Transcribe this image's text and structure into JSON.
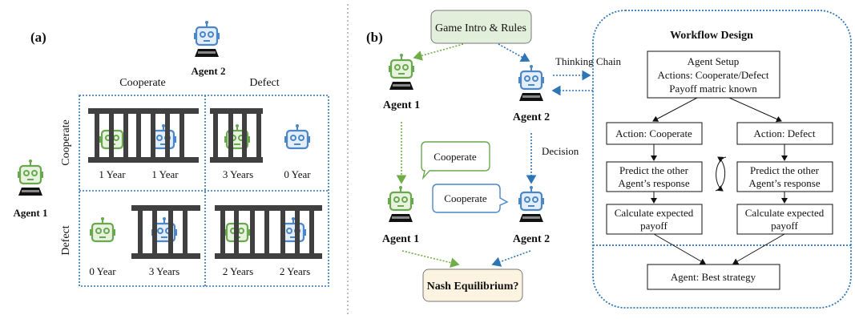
{
  "panel_a": {
    "label": "(a)",
    "agent1": "Agent 1",
    "agent2": "Agent 2",
    "col_cooperate": "Cooperate",
    "col_defect": "Defect",
    "row_cooperate": "Cooperate",
    "row_defect": "Defect",
    "cells": [
      {
        "left": "1 Year",
        "right": "1 Year"
      },
      {
        "left": "3 Years",
        "right": "0 Year"
      },
      {
        "left": "0 Year",
        "right": "3 Years"
      },
      {
        "left": "2 Years",
        "right": "2 Years"
      }
    ]
  },
  "panel_b": {
    "label": "(b)",
    "game_intro": "Game Intro & Rules",
    "agent1_top": "Agent 1",
    "agent2_top": "Agent 2",
    "thinking_chain": "Thinking Chain",
    "decision": "Decision",
    "bubble1": "Cooperate",
    "bubble2": "Cooperate",
    "agent1_bottom": "Agent 1",
    "agent2_bottom": "Agent 2",
    "nash": "Nash Equilibrium?"
  },
  "workflow": {
    "title": "Workflow Design",
    "setup": [
      "Agent Setup",
      "Actions: Cooperate/Defect",
      "Payoff matric known"
    ],
    "action_cooperate": "Action: Cooperate",
    "action_defect": "Action: Defect",
    "predict_left": [
      "Predict the other",
      "Agent’s response"
    ],
    "predict_right": [
      "Predict the other",
      "Agent’s response"
    ],
    "calc_left": [
      "Calculate expected",
      "payoff"
    ],
    "calc_right": [
      "Calculate expected",
      "payoff"
    ],
    "best": "Agent: Best strategy"
  },
  "colors": {
    "green_robot": "#6aa84f",
    "blue_robot": "#4a86c8",
    "dotted_blue": "#2e75b6",
    "dotted_green": "#70ad47",
    "game_box_fill": "#e2efda",
    "nash_fill": "#fdf3e1",
    "bars": "#404040"
  }
}
